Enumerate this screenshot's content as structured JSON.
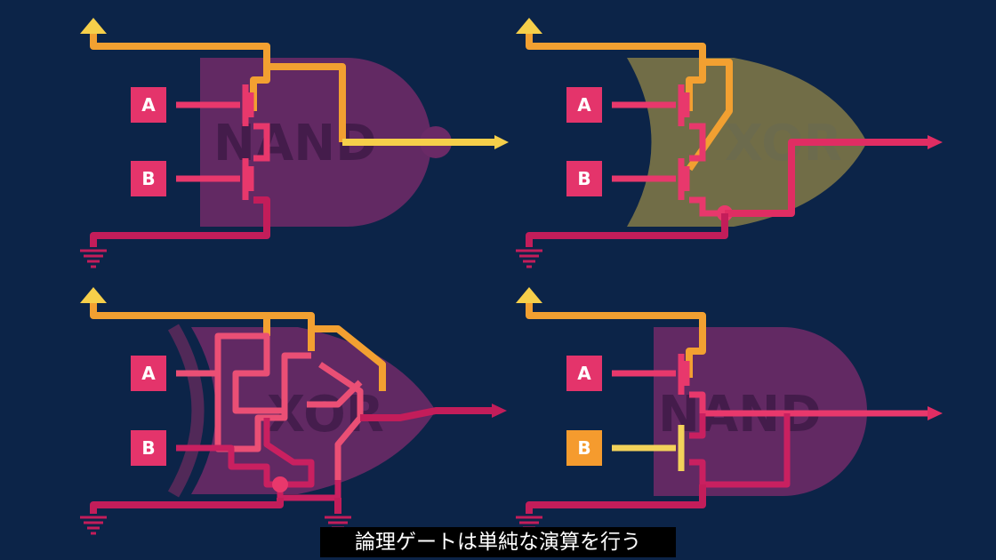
{
  "colors": {
    "background": "#0c2448",
    "vdd_wire": "#f2a031",
    "vdd_arrow": "#f6cf4a",
    "gnd_wire": "#c31d5a",
    "input_box": "#e4346b",
    "input_box_active": "#f59b2e",
    "input_wire": "#e8386c",
    "input_wire_active": "#f3d25a",
    "output_high": "#f6cf4a",
    "output_low": "#e02d63",
    "nand_body": "#6a2a66",
    "or_body": "#7b7448",
    "caption_bg": "#000000"
  },
  "panels": [
    {
      "gate": "NAND",
      "input_a": "A",
      "input_b": "B",
      "b_active": false,
      "output_high": true
    },
    {
      "gate": "XOR",
      "input_a": "A",
      "input_b": "B",
      "b_active": false,
      "output_high": false
    },
    {
      "gate": "XOR",
      "input_a": "A",
      "input_b": "B",
      "b_active": false,
      "output_high": false
    },
    {
      "gate": "NAND",
      "input_a": "A",
      "input_b": "B",
      "b_active": true,
      "output_high": false
    }
  ],
  "caption": "論理ゲートは単純な演算を行う"
}
